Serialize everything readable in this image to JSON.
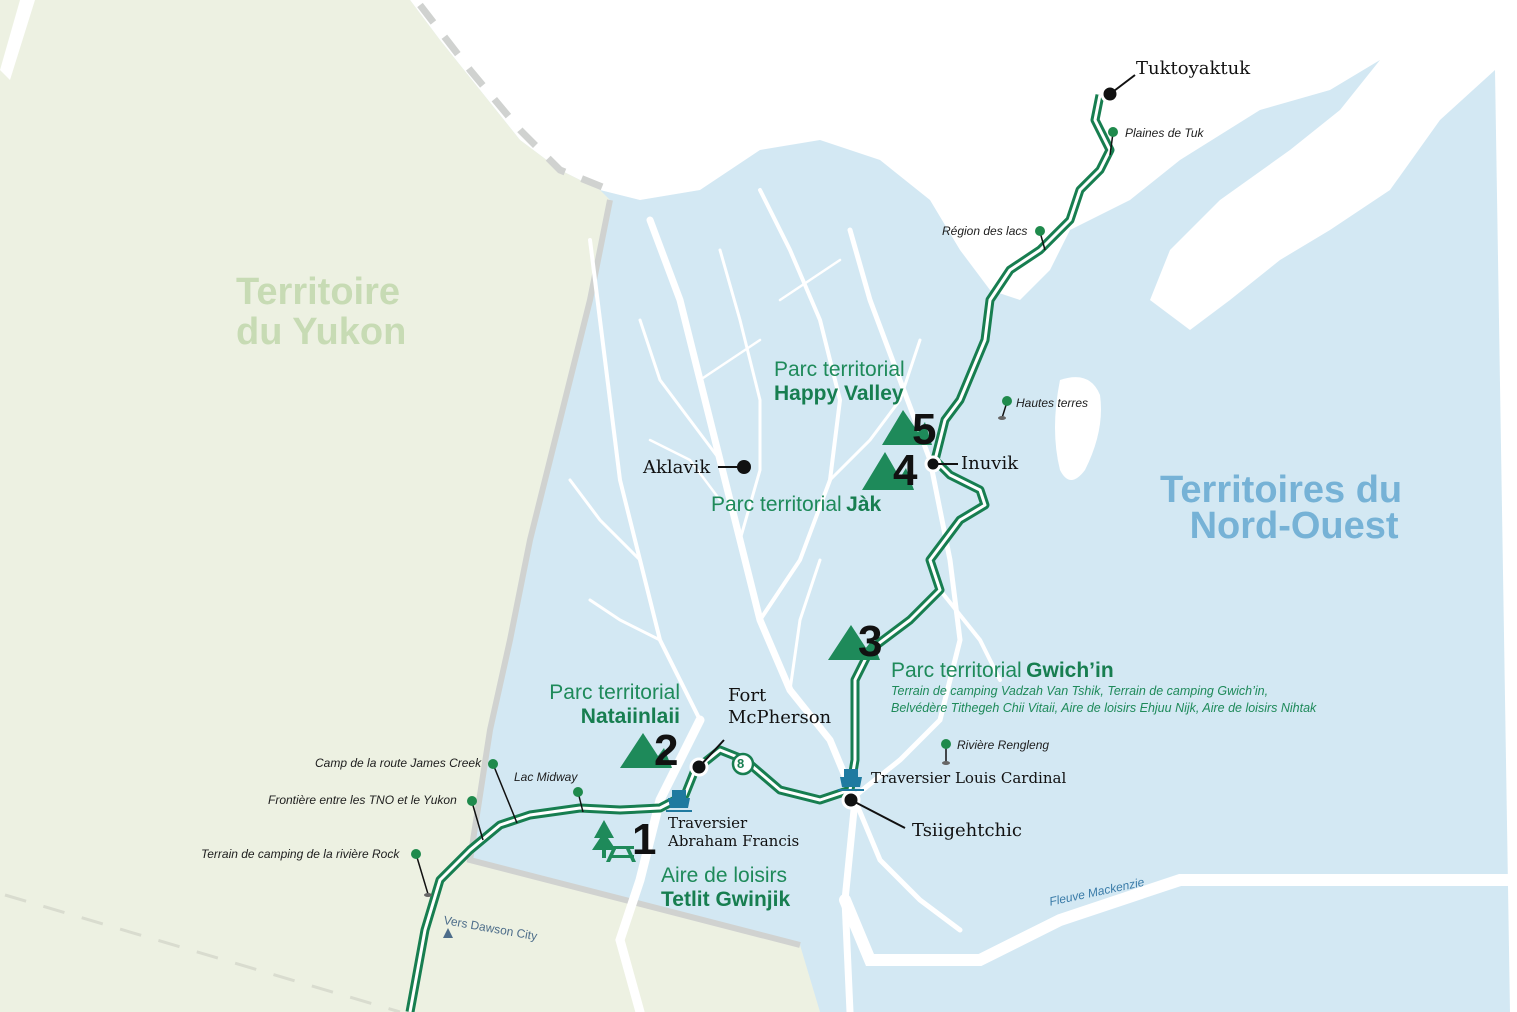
{
  "map": {
    "colors": {
      "water_region": "#d3e8f3",
      "yukon_land": "#edf1e2",
      "sea_white": "#ffffff",
      "highway_green": "#177e50",
      "park_green": "#1e8a5a",
      "ferry_blue": "#1f7aa0",
      "nwt_label": "#76b2d6",
      "yukon_label": "#c7dbb4",
      "border_grey": "#d0d2d0"
    },
    "regions": {
      "yukon": {
        "line1": "Territoire",
        "line2": "du Yukon"
      },
      "nwt": {
        "line1": "Territoires du",
        "line2": "Nord-Ouest"
      }
    },
    "communities": [
      {
        "name": "Tuktoyaktuk"
      },
      {
        "name": "Inuvik"
      },
      {
        "name": "Aklavik"
      },
      {
        "name_line1": "Fort",
        "name_line2": "McPherson"
      },
      {
        "name": "Tsiigehtchic"
      }
    ],
    "ferries": [
      {
        "line1": "Traversier",
        "line2": "Abraham Francis"
      },
      {
        "name": "Traversier Louis Cardinal"
      }
    ],
    "parks": [
      {
        "number": "1",
        "type": "Aire de loisirs",
        "name": "Tetlit Gwinjik",
        "icon": "picnic-tree-icon"
      },
      {
        "number": "2",
        "type": "Parc territorial",
        "name": "Nataiinlaii",
        "icon": "mountain-icon"
      },
      {
        "number": "3",
        "type": "Parc territorial",
        "name": "Gwich’in",
        "icon": "mountain-icon",
        "sub_line1": "Terrain de camping Vadzah Van Tshik, Terrain de camping Gwich’in,",
        "sub_line2": "Belvédère Tithegeh Chii Vitaii, Aire de loisirs Ehjuu Nijk, Aire de loisirs Nihtak"
      },
      {
        "number": "4",
        "type": "Parc territorial",
        "name": "Jàk",
        "icon": "mountain-icon"
      },
      {
        "number": "5",
        "type": "Parc territorial",
        "name": "Happy Valley",
        "icon": "mountain-icon"
      }
    ],
    "points_of_interest": [
      {
        "name": "Plaines de Tuk"
      },
      {
        "name": "Région des lacs"
      },
      {
        "name": "Hautes terres"
      },
      {
        "name": "Rivière Rengleng"
      },
      {
        "name": "Camp de la route James Creek"
      },
      {
        "name": "Lac Midway"
      },
      {
        "name": "Frontière entre les TNO et le Yukon"
      },
      {
        "name": "Terrain de camping de la rivière Rock"
      }
    ],
    "highway_shield": "8",
    "river_label": "Fleuve Mackenzie",
    "direction_label": "Vers Dawson City"
  }
}
